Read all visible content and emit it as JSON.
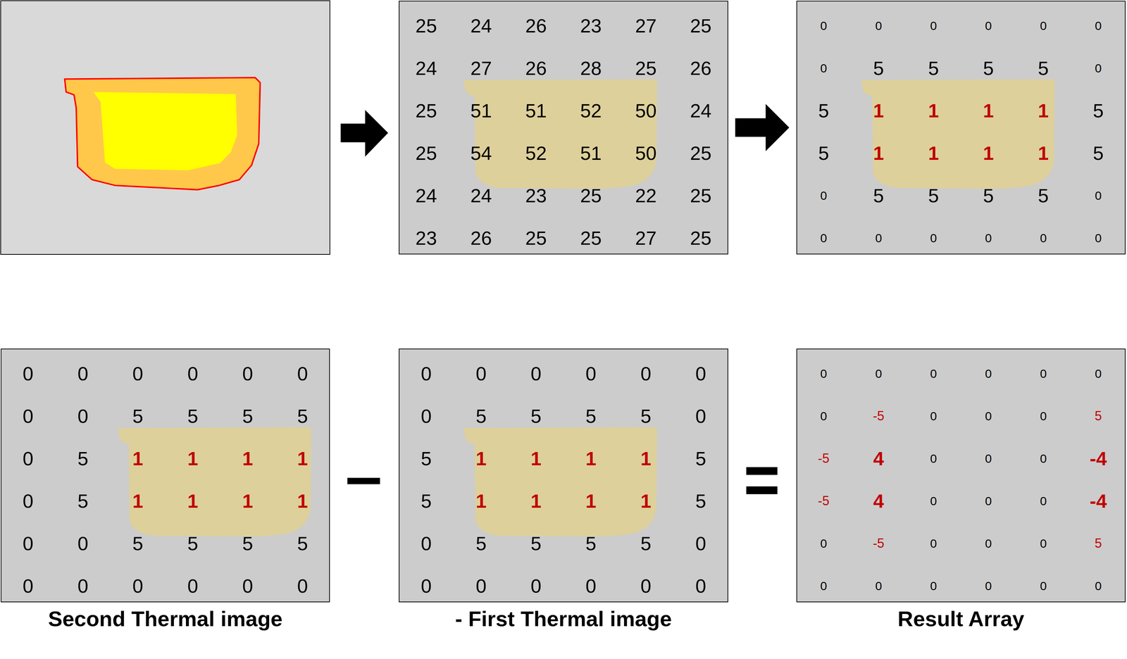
{
  "diagram": {
    "nodes": [
      {
        "text": [
          "25",
          "24",
          "26",
          "23",
          "27",
          "25",
          "24",
          "27",
          "26",
          "28",
          "25",
          "26",
          "25",
          "51",
          "51",
          "52",
          "50",
          "24",
          "25",
          "54",
          "52",
          "51",
          "50",
          "25",
          "24",
          "24",
          "23",
          "25",
          "22",
          "25",
          "23",
          "26",
          "25",
          "25",
          "27",
          "25"
        ]
      },
      {
        "text": [
          "0",
          "0",
          "0",
          "0",
          "0",
          "0",
          "0",
          "5",
          "5",
          "5",
          "5",
          "0",
          "5",
          "1",
          "1",
          "1",
          "1",
          "5",
          "5",
          "1",
          "1",
          "1",
          "1",
          "5",
          "0",
          "5",
          "5",
          "5",
          "5",
          "0",
          "0",
          "0",
          "0",
          "0",
          "0",
          "0"
        ]
      },
      {
        "text": [
          "0",
          "0",
          "0",
          "0",
          "0",
          "0",
          "0",
          "0",
          "5",
          "5",
          "5",
          "5",
          "0",
          "5",
          "1",
          "1",
          "1",
          "1",
          "0",
          "5",
          "1",
          "1",
          "1",
          "1",
          "0",
          "0",
          "5",
          "5",
          "5",
          "5",
          "0",
          "0",
          "0",
          "0",
          "0",
          "0",
          "Second Thermal image"
        ]
      },
      {
        "text": [
          "0",
          "0",
          "0",
          "0",
          "0",
          "0",
          "0",
          "5",
          "5",
          "5",
          "5",
          "0",
          "5",
          "1",
          "1",
          "1",
          "1",
          "5",
          "5",
          "1",
          "1",
          "1",
          "1",
          "5",
          "0",
          "5",
          "5",
          "5",
          "5",
          "0",
          "0",
          "0",
          "0",
          "0",
          "0",
          "0",
          "- First Thermal image"
        ]
      },
      {
        "text": [
          "0",
          "0",
          "0",
          "0",
          "0",
          "0",
          "0",
          "-5",
          "0",
          "0",
          "0",
          "5",
          "-5",
          "4",
          "0",
          "0",
          "0",
          "-4",
          "-5",
          "4",
          "0",
          "0",
          "0",
          "-4",
          "0",
          "-5",
          "0",
          "0",
          "0",
          "5",
          "0",
          "0",
          "0",
          "0",
          "0",
          "0",
          "Result Array"
        ]
      }
    ],
    "edges": [
      {
        "from": 0,
        "to": 1,
        "arrow": "to"
      }
    ],
    "labels": [
      "-",
      "="
    ]
  }
}
